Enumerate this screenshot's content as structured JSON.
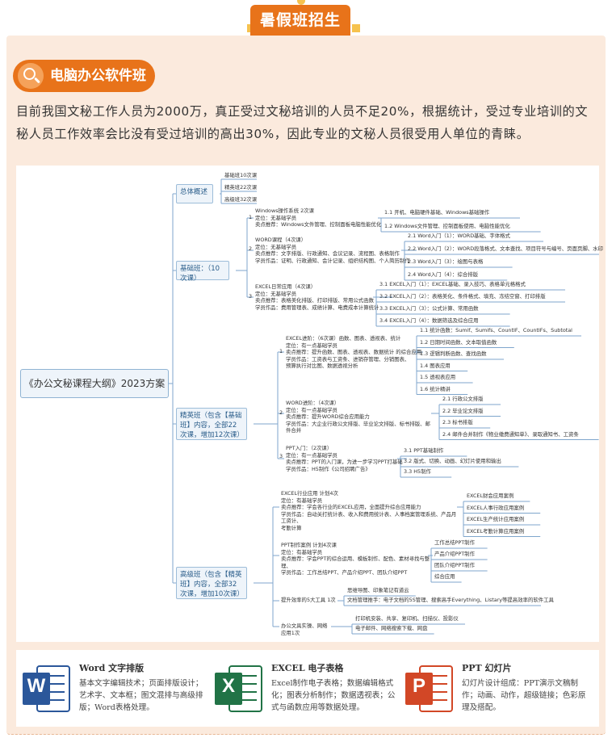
{
  "header": {
    "title": "暑假班招生"
  },
  "section": {
    "title": "电脑办公软件班"
  },
  "intro": "目前我国文秘工作人员为2000万，真正受过文秘培训的人员不足20%，根据统计，受过专业培训的文秘人员工作效率会比没有受过培训的高出30%，因此专业的文秘人员很受用人单位的青睐。",
  "mindmap": {
    "root": "《办公文秘课程大纲》2023方案",
    "overview": {
      "label": "总体概述",
      "items": [
        "基础班10次课",
        "精英班22次课",
        "高级班32次课"
      ]
    },
    "basic": {
      "label": "基础班：（10次课）",
      "groups": [
        {
          "num": "1",
          "note": "Windows操作系统  2次课\n定位：无基础学员\n卖点推荐：Windows文件管理、控制面板电脑性能优化",
          "items": [
            "1.1 开机、电脑硬件基础、Windows基础操作",
            "1.2 Windows文件管理、控制面板使用、电脑性能优化"
          ]
        },
        {
          "num": "2",
          "note": "WORD课程（4次课）\n定位：无基础学员\n卖点推荐：文字排版、行政通知、会议记录、流程图、表格制作\n学员作品：证明、行政通知、会计记录、组织结构图、个人简历制作",
          "items": [
            "2.1 Word入门（1）：WORD基础、字体格式",
            "2.2 Word入门（2）：WORD段落格式、文本查找、项目符号与编号、页面页脚、水印",
            "2.3 Word入门（3）：绘图与表格",
            "2.4 Word入门（4）：综合排版"
          ]
        },
        {
          "num": "3",
          "note": "EXCEL日常应用（4次课）\n定位：无基础学员\n卖点推荐：表格美化排版、打印排版、常用公式函数\n学员作品：费用管理表、成绩计算、电费成本计算统计",
          "items": [
            "3.1 EXCEL入门（1）：EXCEL基础、录入技巧、表格单元格格式",
            "3.2 EXCEL入门（2）：表格美化、条件格式、填充、冻结空窗、打印排版",
            "3.3 EXCEL入门（3）：公式计算、常用函数",
            "3.4 EXCEL入门（4）：数据筛选及综合应用"
          ]
        }
      ]
    },
    "elite": {
      "label": "精英班（包含【基础班】内容，全部22次课，增加12次课）",
      "groups": [
        {
          "num": "1",
          "note": "EXCEL进阶：（6次课）函数、图表、透视表、统计\n定位：有一点基础学员\n卖点推荐：提升函数、图表、透视表、数据统计 的综合应用\n学员作品：工资表与工资条、进销存管理、分销图表、\n预算执行对比图、数据透视分析",
          "items": [
            "1.1 统计函数：Sumif、Sumifs、CountIF、CountIFs、Subtotal",
            "1.2 日期时间函数、文本取值函数",
            "1.3 逻辑判断函数、查找函数",
            "1.4 图表应用",
            "1.5 透视表应用",
            "1.6 统计精讲"
          ]
        },
        {
          "num": "2",
          "note": "WORD进阶：（4次课）\n定位：有一点基础学员\n卖点推荐：提升WORD综合应用能力\n学员作品：大企业行政公文排版、毕业论文排版、标书排版、邮件合并",
          "items": [
            "2.1 行政公文排版",
            "2.2 毕业论文排版",
            "2.3 标书排版",
            "2.4 邮件合并制作《物业缴费通知单》、录取通知书、工资条"
          ]
        },
        {
          "num": "3",
          "note": "PPT入门：（2次课）\n定位：有一点基础学员\n卖点推荐：PPT的入门课，为进一步学习PPT打基础\n学员作品：H5制作《公司招聘广告》",
          "items": [
            "3.1 PPT基础制作",
            "3.2 版式、切换、动画、幻灯片使用和输出",
            "3.3 H5制作"
          ]
        }
      ]
    },
    "advanced": {
      "label": "高级班（包含【精英班】内容，全部32次课，增加10次课）",
      "groups": [
        {
          "num": "",
          "note": "EXCEL行业应用  计划4次\n定位：有基础学员\n卖点推荐：学会各行业的EXCEL应用，全面提升综合应用能力\n学员作品：自动关打统计表、收入和费用统计表、人事档案管理系统、产品月工资计、\n考勤计算",
          "items": [
            "EXCEL财会应用案例",
            "EXCEL人事行政应用案例",
            "EXCEL生产统计应用案例",
            "EXCEL考勤计算应用案例"
          ]
        },
        {
          "num": "",
          "note": "PPT制作案例  计划4次课\n定位：有基础学员\n卖点推荐：学会PPT的综合运用、模板制作、配色、素材寻找与整理、\n学员作品：工作总结PPT、产品介绍PPT、团队介绍PPT",
          "items": [
            "工作总结PPT制作",
            "产品介绍PPT制作",
            "团队介绍PPT制作",
            "综合应用"
          ]
        },
        {
          "num": "",
          "note": "提升效率的5大工具  1次",
          "items": [
            "思维导图、印象笔记有道云",
            "文档管理推手：电子文档的5S管理、搜索高手Everything、Listary等提高效率的软件工具"
          ]
        },
        {
          "num": "",
          "note": "办公文具实操、网络应用1次",
          "items": [
            "打印机安装、共享、复印机、扫描仪、投影仪",
            "电子邮件、网络搜索下载、网盘"
          ]
        }
      ]
    }
  },
  "apps": [
    {
      "icon": "word-icon",
      "color": "#2b579a",
      "letter": "W",
      "title": "Word 文字排版",
      "desc": "基本文字编辑技术；页面排版设计；艺术字、文本框；图文混排与高级排版；Word表格处理。"
    },
    {
      "icon": "excel-icon",
      "color": "#217346",
      "letter": "X",
      "title": "EXCEL 电子表格",
      "desc": "Excel制作电子表格；数据编辑格式化；图表分析制作；数据透视表；公式与函数应用等数据处理。"
    },
    {
      "icon": "ppt-icon",
      "color": "#d24726",
      "letter": "P",
      "title": "PPT 幻灯片",
      "desc": "幻灯片设计组成：PPT演示文稿制作；动画、动作，超级链接；色彩原理及搭配。"
    }
  ],
  "colors": {
    "accent": "#e8731a",
    "panel": "#fbeadd",
    "accent_light": "#f6c24e",
    "mindmap_line": "#7fa6cc"
  }
}
